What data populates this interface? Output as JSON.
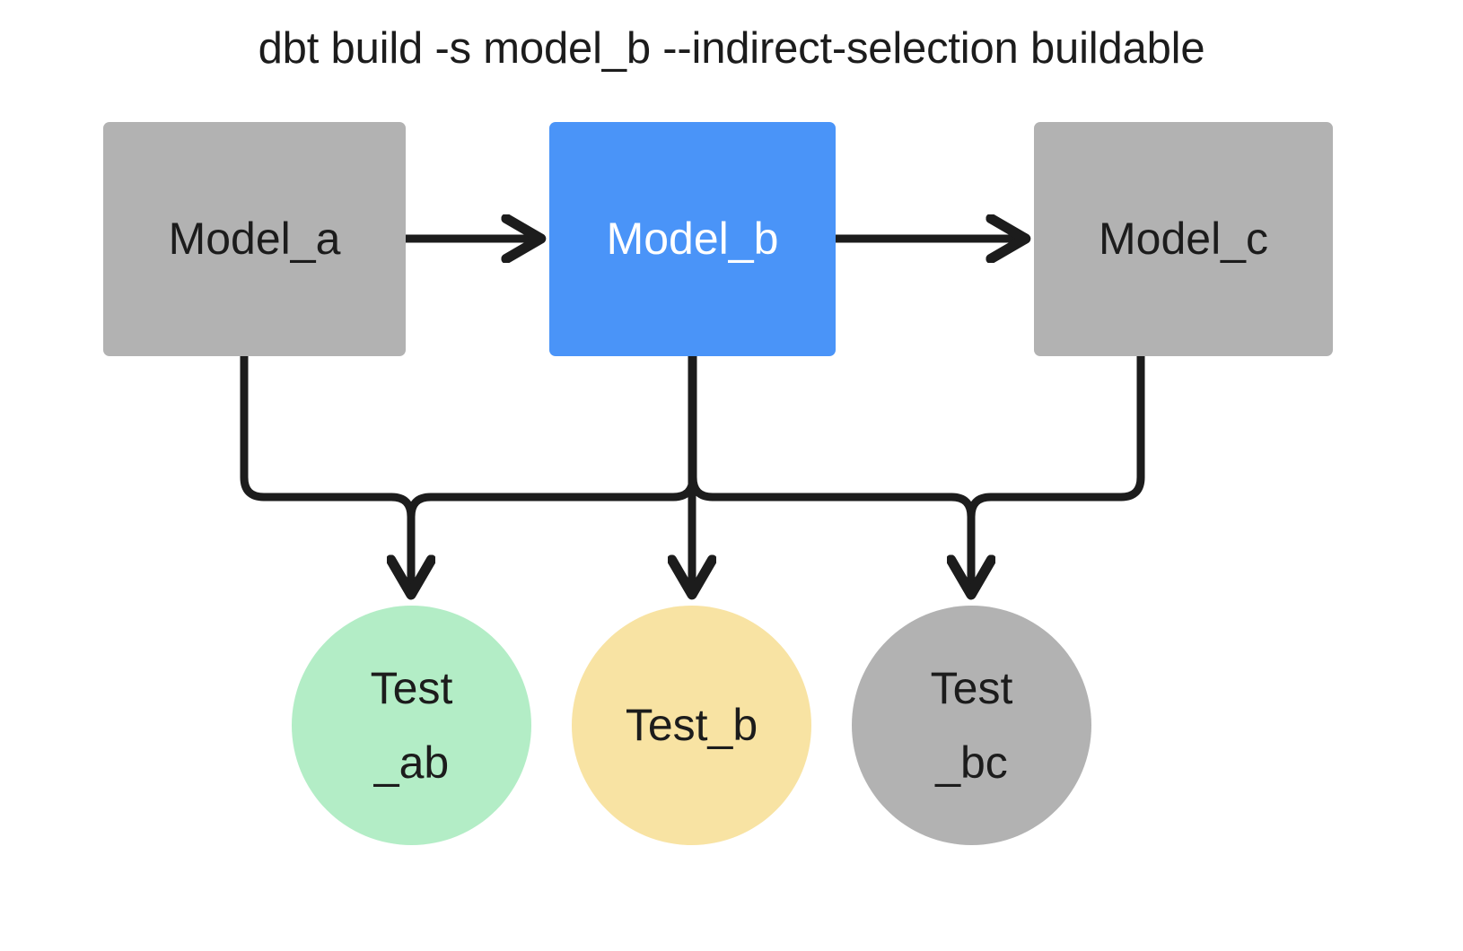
{
  "title": "dbt build -s model_b --indirect-selection buildable",
  "colors": {
    "background": "#ffffff",
    "gray_node": "#b2b2b2",
    "selected_blue": "#4a94f8",
    "test_pass_green": "#b3edc6",
    "test_warn_yellow": "#f8e3a3",
    "test_gray": "#b2b2b2",
    "edge_stroke": "#1c1c1c",
    "text_dark": "#1c1c1c",
    "text_light": "#ffffff"
  },
  "models": [
    {
      "id": "model_a",
      "label": "Model_a",
      "state": "unselected",
      "fill": "#b2b2b2",
      "text_color": "#1c1c1c"
    },
    {
      "id": "model_b",
      "label": "Model_b",
      "state": "selected",
      "fill": "#4a94f8",
      "text_color": "#ffffff"
    },
    {
      "id": "model_c",
      "label": "Model_c",
      "state": "unselected",
      "fill": "#b2b2b2",
      "text_color": "#1c1c1c"
    }
  ],
  "tests": [
    {
      "id": "test_ab",
      "line1": "Test",
      "line2": "_ab",
      "state": "buildable",
      "fill": "#b3edc6",
      "text_color": "#1c1c1c"
    },
    {
      "id": "test_b",
      "line1": "Test_b",
      "line2": "",
      "state": "selected",
      "fill": "#f8e3a3",
      "text_color": "#1c1c1c"
    },
    {
      "id": "test_bc",
      "line1": "Test",
      "line2": "_bc",
      "state": "unselected",
      "fill": "#b2b2b2",
      "text_color": "#1c1c1c"
    }
  ],
  "edges": [
    {
      "id": "model_a-to-model_b",
      "from": "model_a",
      "to": "model_b",
      "kind": "horizontal-arrow"
    },
    {
      "id": "model_b-to-model_c",
      "from": "model_b",
      "to": "model_c",
      "kind": "horizontal-arrow"
    },
    {
      "id": "model_a-to-test_ab",
      "from": "model_a",
      "to": "test_ab",
      "kind": "orthogonal-arrow"
    },
    {
      "id": "model_b-to-test_ab",
      "from": "model_b",
      "to": "test_ab",
      "kind": "orthogonal-arrow"
    },
    {
      "id": "model_b-to-test_b",
      "from": "model_b",
      "to": "test_b",
      "kind": "vertical-arrow"
    },
    {
      "id": "model_b-to-test_bc",
      "from": "model_b",
      "to": "test_bc",
      "kind": "orthogonal-arrow"
    },
    {
      "id": "model_c-to-test_bc",
      "from": "model_c",
      "to": "test_bc",
      "kind": "orthogonal-arrow"
    }
  ]
}
